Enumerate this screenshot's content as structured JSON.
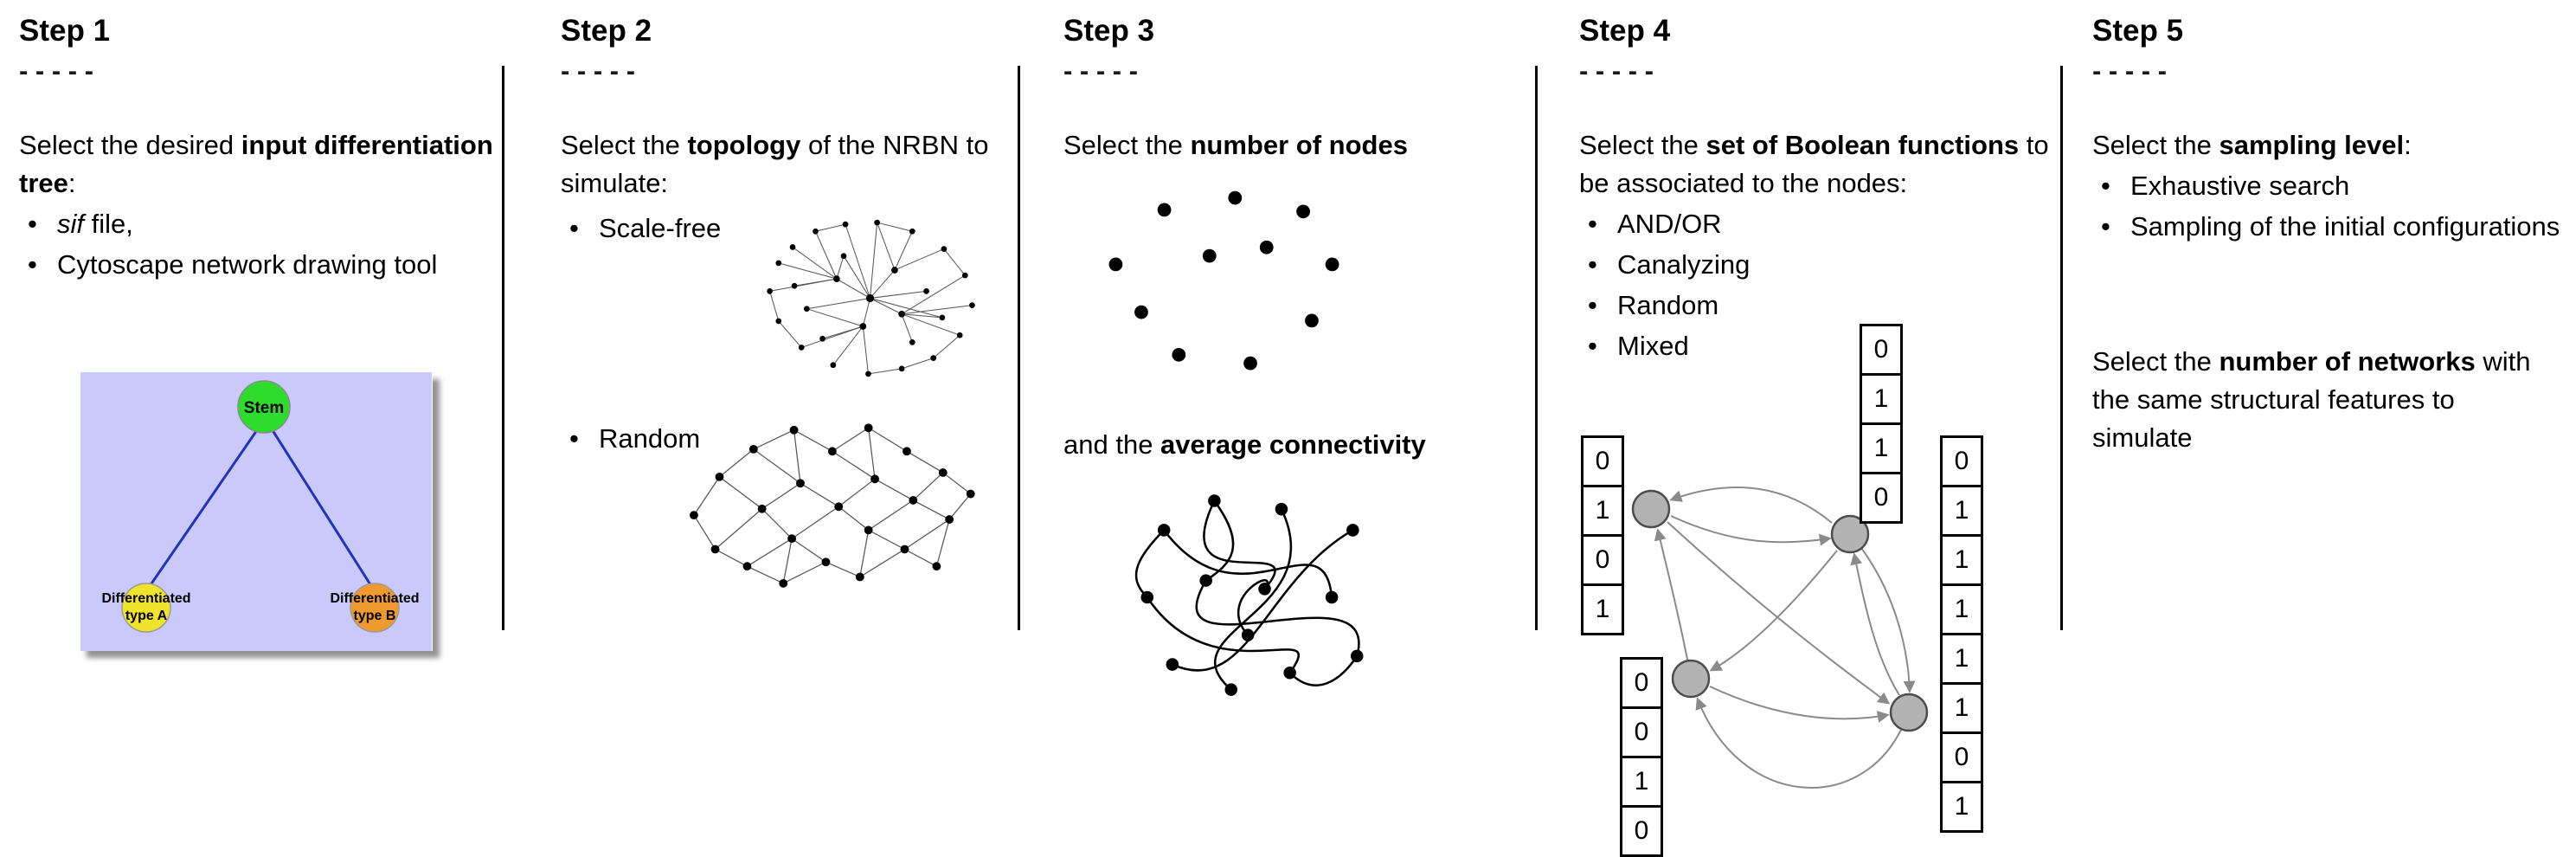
{
  "steps": [
    {
      "title": "Step 1",
      "dashes": "- - - - -",
      "intro": {
        "pre": "Select the desired ",
        "bold": "input differentiation tree",
        "post": ":"
      },
      "bullets": [
        {
          "italic": "sif",
          "text": " file,"
        },
        {
          "text": "Cytoscape network drawing tool"
        }
      ],
      "tree": {
        "stem": "Stem",
        "type_a_line1": "Differentiated",
        "type_a_line2": "type A",
        "type_b_line1": "Differentiated",
        "type_b_line2": "type B",
        "colors": {
          "background": "#c9c9fb",
          "stem": "#2edc2e",
          "type_a": "#efe32b",
          "type_b": "#ef9a2e",
          "edge": "#2233bb"
        }
      }
    },
    {
      "title": "Step 2",
      "dashes": "- - - - -",
      "intro": {
        "pre": "Select the ",
        "bold": "topology",
        "post": " of the NRBN to simulate:"
      },
      "bullets": [
        {
          "text": "Scale-free"
        },
        {
          "text": "Random"
        }
      ]
    },
    {
      "title": "Step 3",
      "dashes": "- - - - -",
      "intro": {
        "pre": "Select the ",
        "bold": "number of nodes",
        "post": ""
      },
      "second": {
        "pre": "and the ",
        "bold": "average connectivity",
        "post": ""
      }
    },
    {
      "title": "Step 4",
      "dashes": "- - - - -",
      "intro": {
        "pre": "Select the ",
        "bold": "set of Boolean functions",
        "post": " to be associated to the nodes:"
      },
      "bullets": [
        {
          "text": "AND/OR"
        },
        {
          "text": "Canalyzing"
        },
        {
          "text": "Random"
        },
        {
          "text": "Mixed"
        }
      ],
      "truth_tables": {
        "left": [
          "0",
          "1",
          "0",
          "1"
        ],
        "top": [
          "0",
          "1",
          "1",
          "0"
        ],
        "right": [
          "0",
          "1",
          "1",
          "1",
          "1",
          "1",
          "0",
          "1"
        ],
        "bottom_left": [
          "0",
          "0",
          "1",
          "0"
        ]
      },
      "node_color": "#b3b3b3"
    },
    {
      "title": "Step 5",
      "dashes": "- - - - -",
      "intro": {
        "pre": "Select the ",
        "bold": "sampling level",
        "post": ":"
      },
      "bullets": [
        {
          "text": "Exhaustive search"
        },
        {
          "text": "Sampling of the initial configurations"
        }
      ],
      "second": {
        "pre": "Select the ",
        "bold": "number of networks",
        "post": " with the same structural features to simulate"
      }
    }
  ]
}
